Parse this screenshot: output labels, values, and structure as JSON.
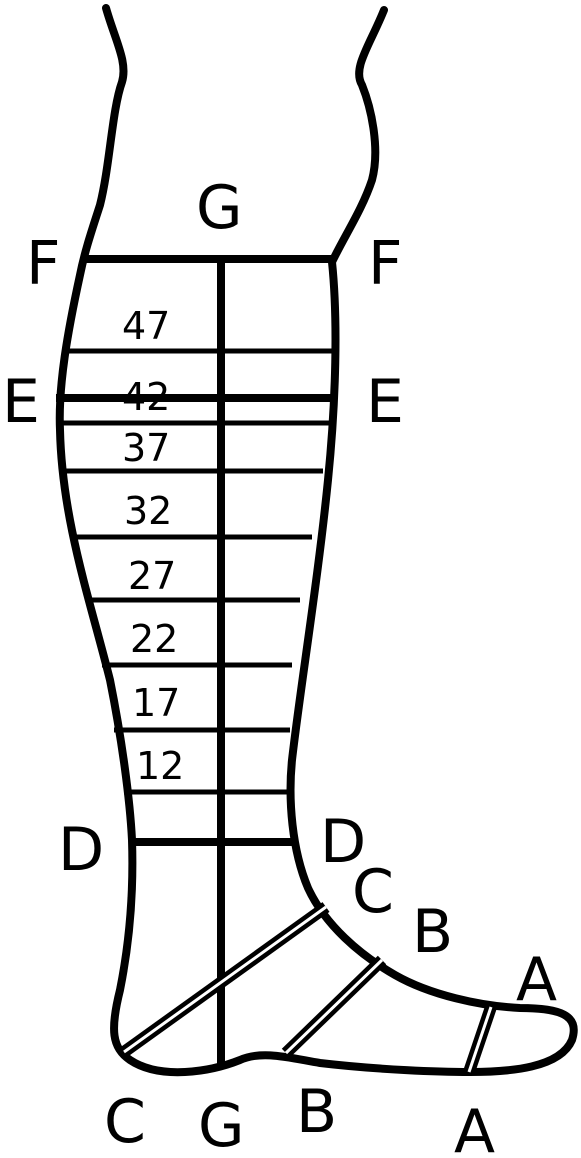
{
  "labels": {
    "G_top": "G",
    "F_left": "F",
    "F_right": "F",
    "E_left": "E",
    "E_right": "E",
    "D_left": "D",
    "D_right": "D",
    "C_right": "C",
    "B_right": "B",
    "A_right": "A",
    "C_bottom": "C",
    "G_bottom": "G",
    "B_bottom": "B",
    "A_bottom": "A"
  },
  "band_numbers": [
    "47",
    "42",
    "37",
    "32",
    "27",
    "22",
    "17",
    "12"
  ]
}
